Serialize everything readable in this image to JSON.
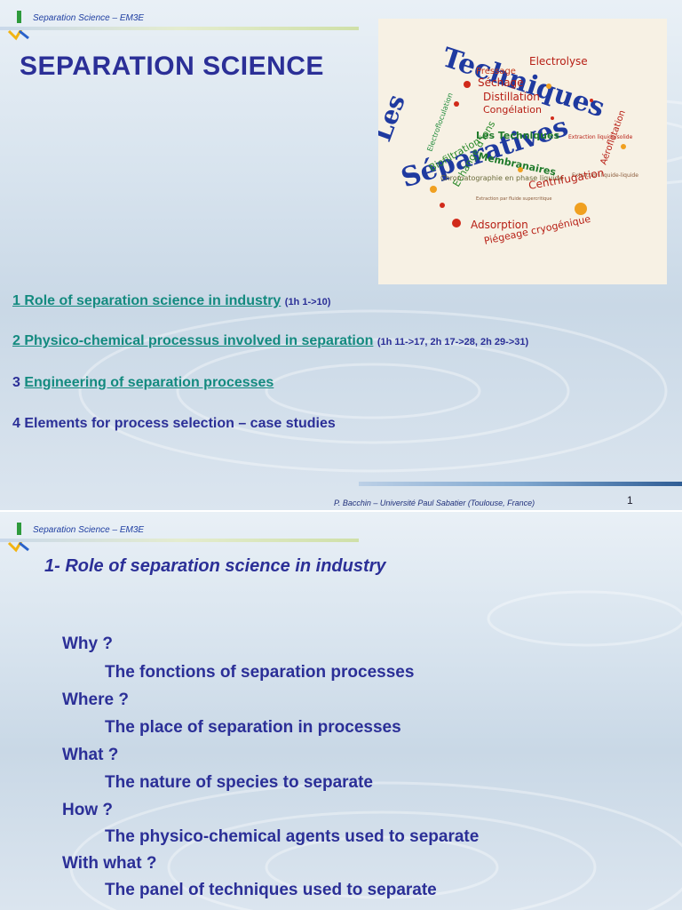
{
  "header": {
    "course": "Separation Science – EM3E"
  },
  "slide1": {
    "title": "SEPARATION SCIENCE",
    "image": {
      "outer_words": [
        "Les",
        "Techniques",
        "Séparatives"
      ],
      "inner_words": [
        "Pressage",
        "Electrolyse",
        "Séchage",
        "Distillation",
        "Electrofloculation",
        "Congélation",
        "Echange d'ions",
        "Extraction liquide/solide",
        "Les Techniques",
        "Aéroflotation",
        "Biofiltration",
        "Membranaires",
        "Extraction liquide-liquide",
        "Chromatographie en phase liquide",
        "Centrifugation",
        "Extraction par fluide supercritique",
        "Adsorption",
        "Piégeage cryogénique"
      ]
    },
    "items": [
      {
        "num": "1",
        "label": "Role of separation science in industry",
        "note": "(1h 1->10)"
      },
      {
        "num": "2",
        "label": "Physico-chemical processus involved in separation",
        "note": "(1h 11->17, 2h 17->28, 2h 29->31)"
      },
      {
        "num": "3",
        "label": "Engineering of separation processes",
        "note": ""
      },
      {
        "num": "4",
        "label": "Elements for process selection – case studies",
        "note": ""
      }
    ],
    "footer": "P. Bacchin – Université Paul Sabatier (Toulouse, France)",
    "page_number": "1"
  },
  "slide2": {
    "title": "1- Role of separation science in industry",
    "qa": [
      {
        "q": "Why ?",
        "a": "The fonctions of separation processes"
      },
      {
        "q": "Where ?",
        "a": "The place of separation in processes"
      },
      {
        "q": "What ?",
        "a": "The nature of species to separate"
      },
      {
        "q": "How ?",
        "a": "The physico-chemical agents used to separate"
      },
      {
        "q": "With what ?",
        "a": "The panel of techniques used to separate"
      }
    ]
  },
  "colors": {
    "title_blue": "#2b2f97",
    "link_teal": "#138a7f",
    "accent_green": "#2e9a3c"
  }
}
